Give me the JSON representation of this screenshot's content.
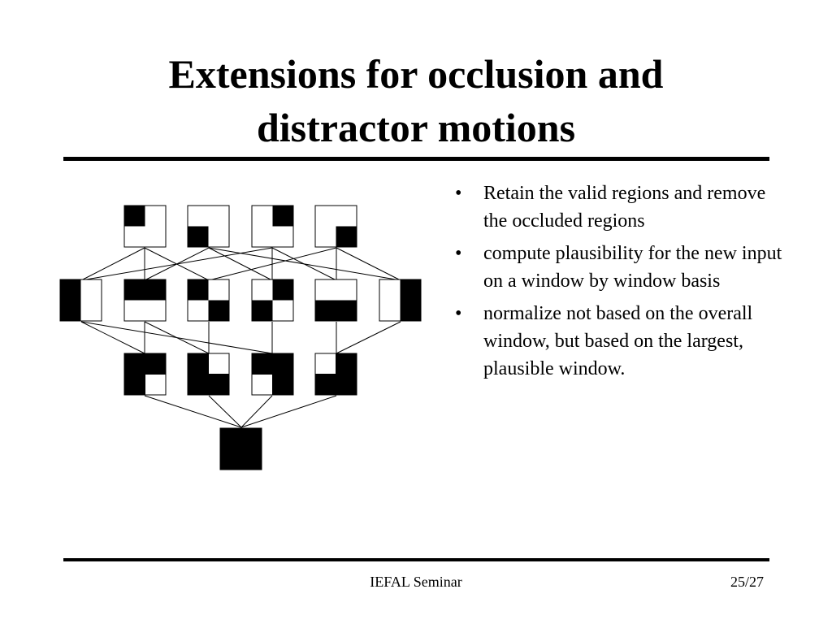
{
  "slide": {
    "title_line1": "Extensions for occlusion and",
    "title_line2": "distractor motions"
  },
  "bullets": [
    "Retain the valid regions and remove the occluded regions",
    "compute plausibility for the new input on a window by window basis",
    "normalize not based on the overall window,  but based on the largest, plausible window."
  ],
  "bullet_glyph": "•",
  "footer": {
    "center": "IEFAL Seminar",
    "page": "25/27"
  },
  "diagram": {
    "levels": [
      [
        "quadrant-top-left",
        "quadrant-bottom-left",
        "quadrant-top-right",
        "quadrant-bottom-right"
      ],
      [
        "left-half",
        "top-half",
        "diagonal-top-left-bottom-right",
        "diagonal-top-right-bottom-left",
        "bottom-half",
        "right-half"
      ],
      [
        "missing-bottom-right",
        "missing-top-right",
        "missing-bottom-left",
        "missing-top-left"
      ],
      [
        "full"
      ]
    ]
  }
}
